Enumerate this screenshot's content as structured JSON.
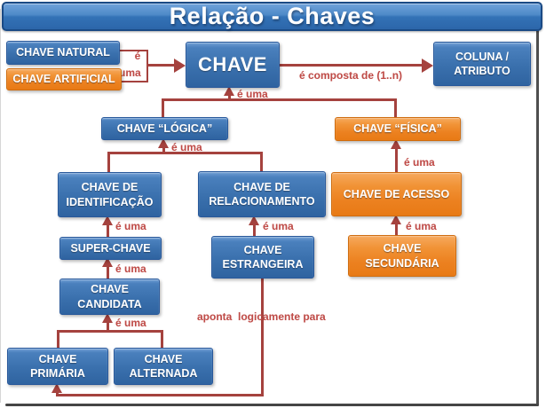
{
  "title": {
    "text": "Relação - Chaves"
  },
  "colors": {
    "blue": "#3a70ad",
    "orange": "#ec8120",
    "arrow": "#a5423e",
    "edge_label": "#bf4b47",
    "title_bar": "#3372b6"
  },
  "diagram": {
    "nodes": [
      {
        "id": "chave-natural",
        "style": "blue",
        "lines": [
          "CHAVE NATURAL"
        ]
      },
      {
        "id": "chave-artificial",
        "style": "orange",
        "lines": [
          "CHAVE ARTIFICIAL"
        ]
      },
      {
        "id": "chave",
        "style": "blue",
        "lines": [
          "CHAVE"
        ]
      },
      {
        "id": "coluna-atributo",
        "style": "blue",
        "lines": [
          "COLUNA /",
          "ATRIBUTO"
        ]
      },
      {
        "id": "chave-logica",
        "style": "blue",
        "lines": [
          "CHAVE “LÓGICA”"
        ]
      },
      {
        "id": "chave-fisica",
        "style": "orange",
        "lines": [
          "CHAVE “FÍSICA”"
        ]
      },
      {
        "id": "chave-identificacao",
        "style": "blue",
        "lines": [
          "CHAVE DE",
          "IDENTIFICAÇÃO"
        ]
      },
      {
        "id": "chave-relacionamento",
        "style": "blue",
        "lines": [
          "CHAVE DE",
          "RELACIONAMENTO"
        ]
      },
      {
        "id": "chave-acesso",
        "style": "orange",
        "lines": [
          "CHAVE DE ACESSO"
        ]
      },
      {
        "id": "super-chave",
        "style": "blue",
        "lines": [
          "SUPER-CHAVE"
        ]
      },
      {
        "id": "chave-estrangeira",
        "style": "blue",
        "lines": [
          "CHAVE",
          "ESTRANGEIRA"
        ]
      },
      {
        "id": "chave-secundaria",
        "style": "orange",
        "lines": [
          "CHAVE",
          "SECUNDÁRIA"
        ]
      },
      {
        "id": "chave-candidata",
        "style": "blue",
        "lines": [
          "CHAVE",
          "CANDIDATA"
        ]
      },
      {
        "id": "chave-primaria",
        "style": "blue",
        "lines": [
          "CHAVE",
          "PRIMÁRIA"
        ]
      },
      {
        "id": "chave-alternada",
        "style": "blue",
        "lines": [
          "CHAVE",
          "ALTERNADA"
        ]
      }
    ],
    "edge_labels": {
      "e": "é",
      "uma": "uma",
      "e_uma": "é uma",
      "composta": "é composta de (1..n)",
      "aponta": "aponta  logicamente para"
    }
  }
}
